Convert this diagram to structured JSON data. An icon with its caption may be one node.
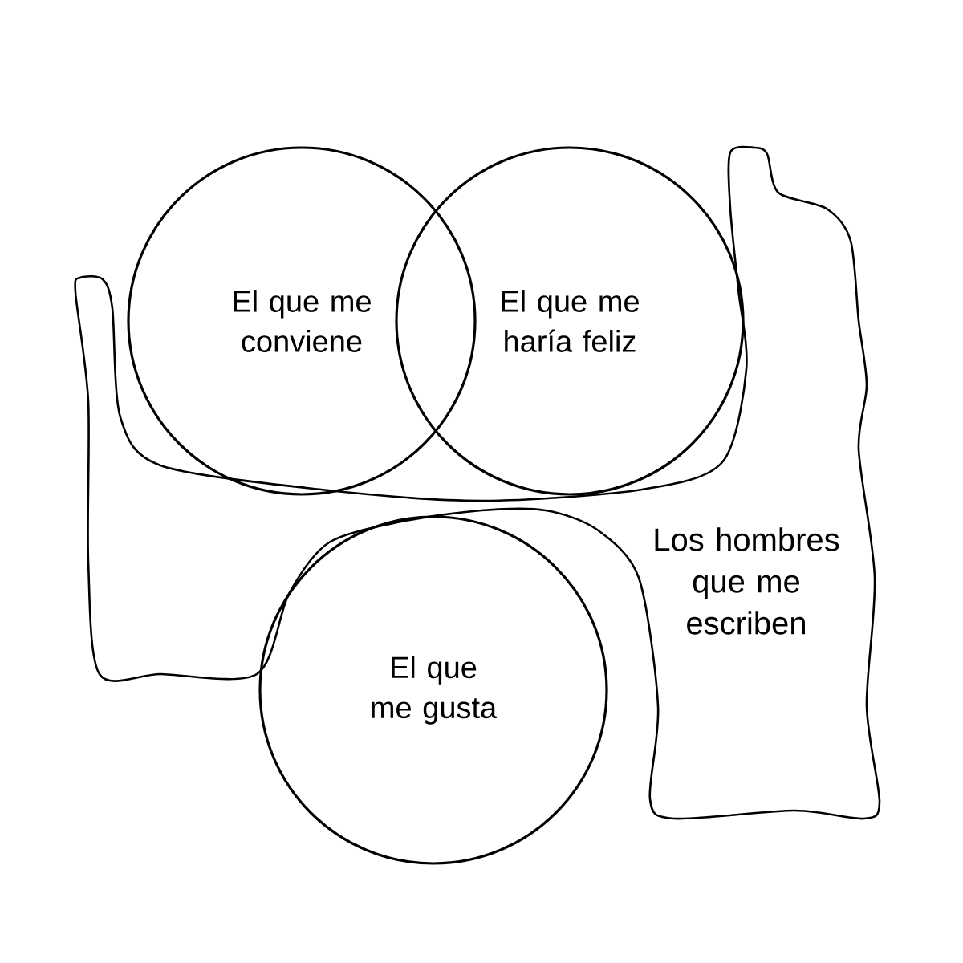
{
  "diagram": {
    "nodes": [
      {
        "text": [
          "El que me conviene"
        ]
      },
      {
        "text": [
          "El que me haría feliz"
        ]
      },
      {
        "text": [
          "El que me gusta"
        ]
      },
      {
        "text": [
          "Los hombres que me escriben"
        ]
      }
    ]
  }
}
